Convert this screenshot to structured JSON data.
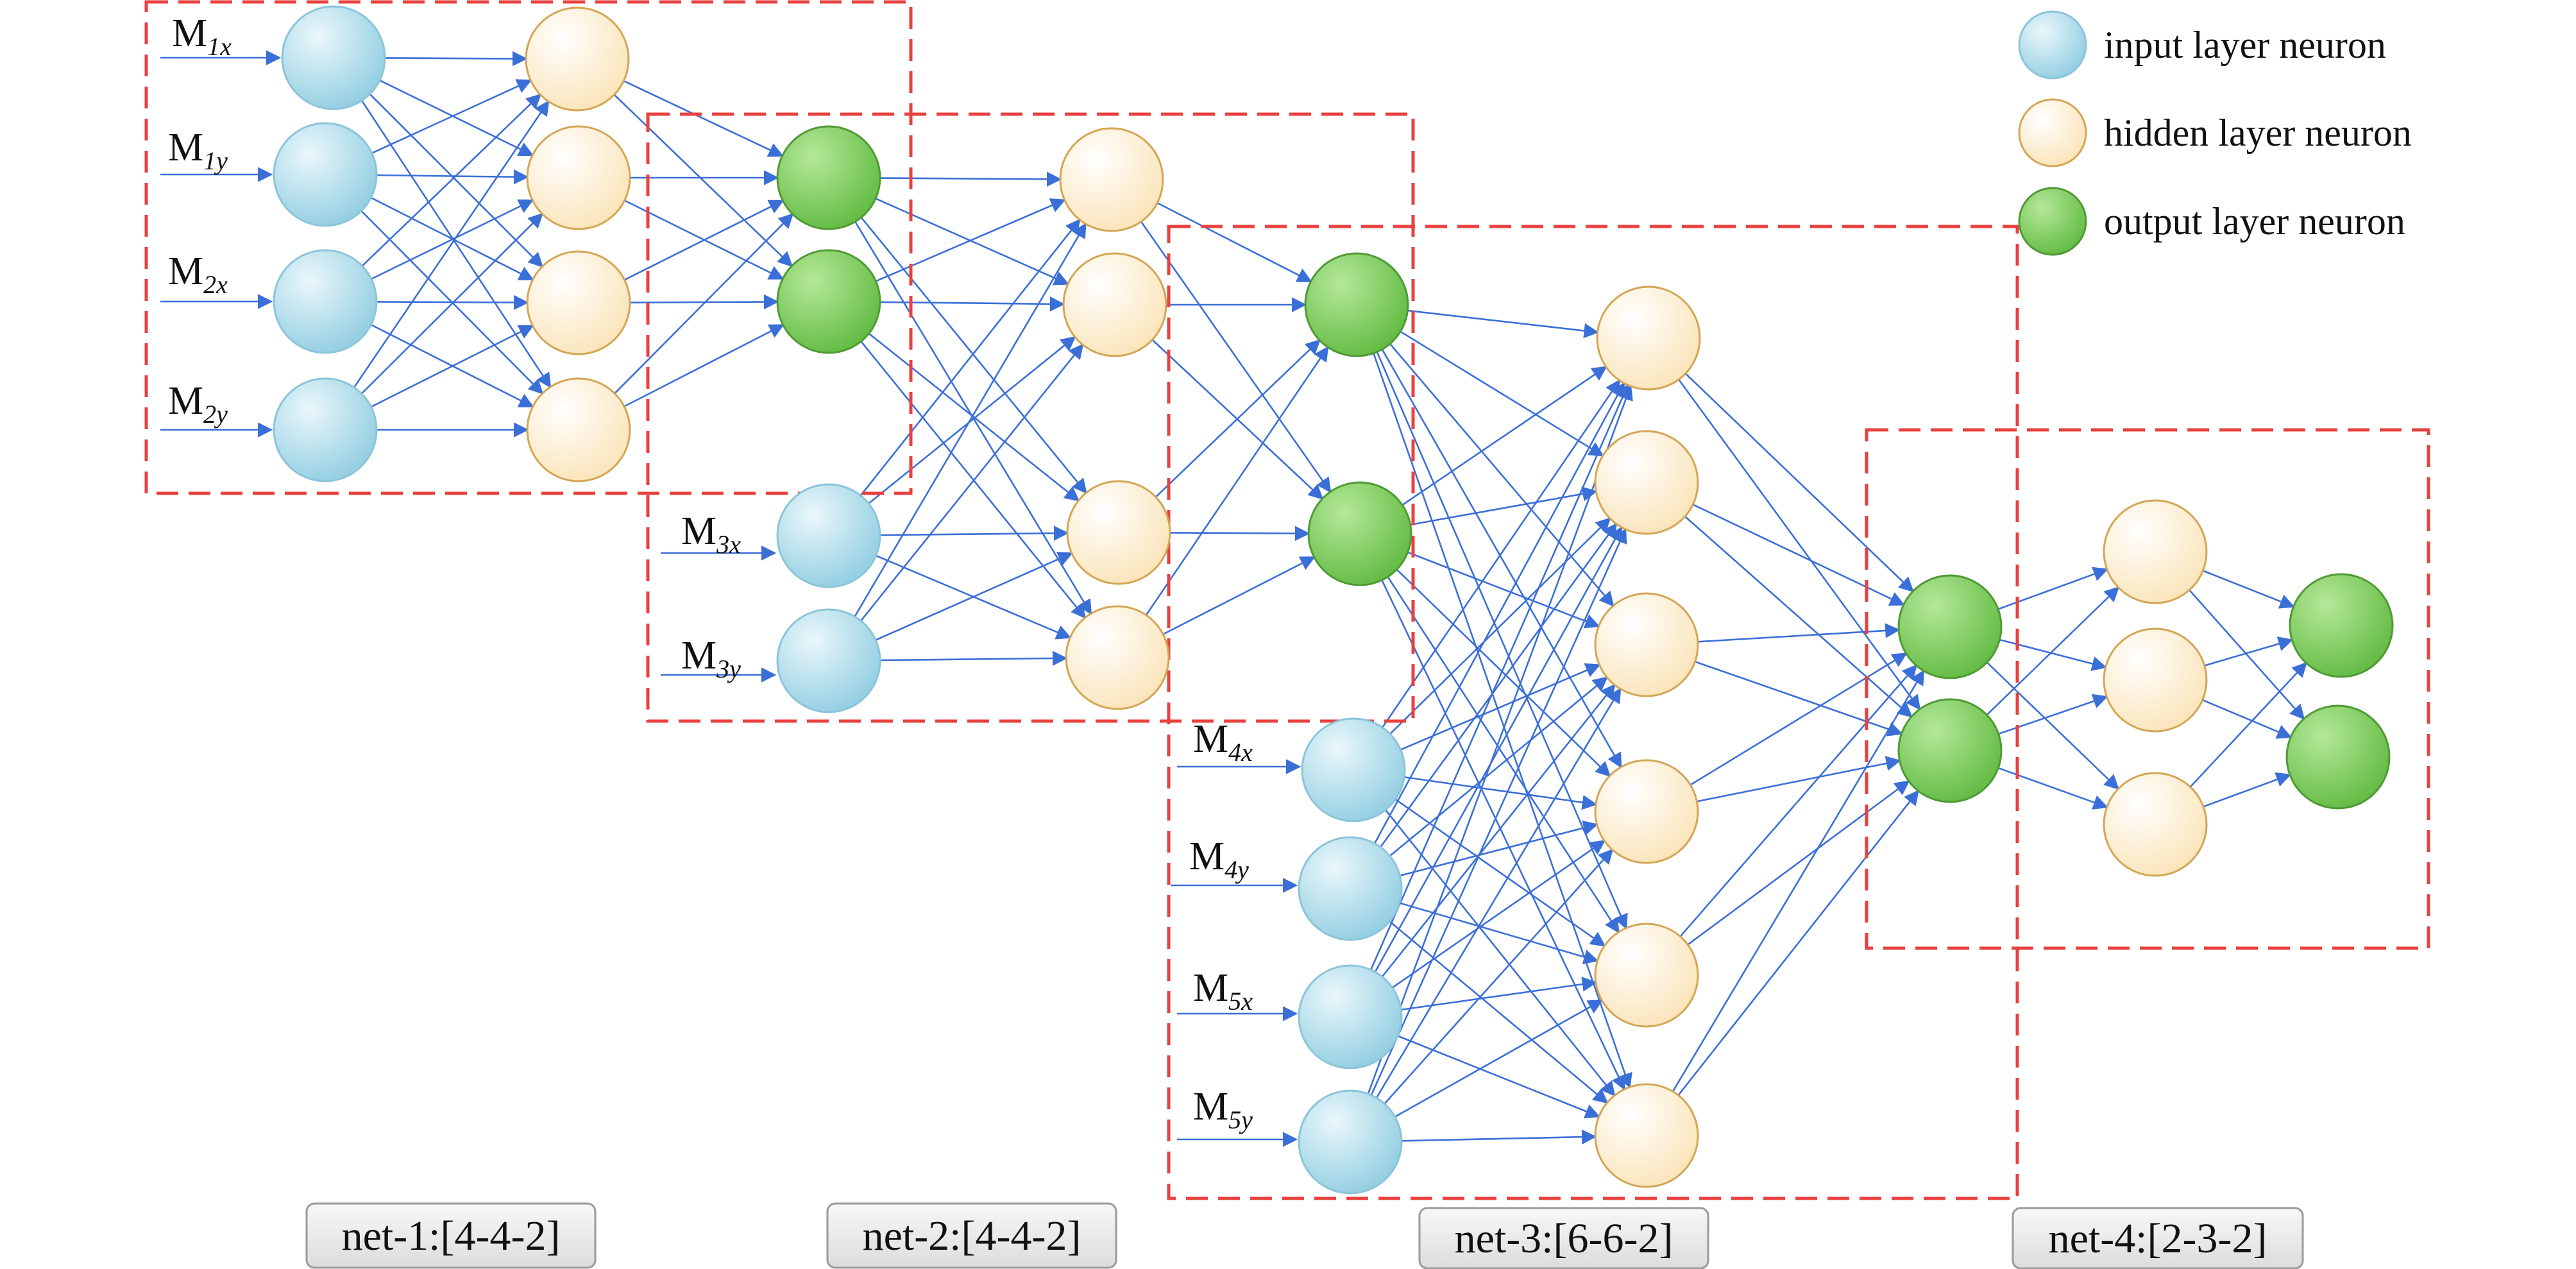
{
  "legend": {
    "input": "input layer neuron",
    "hidden": "hidden layer neuron",
    "output": "output layer neuron"
  },
  "inputs": {
    "m1x": {
      "base": "M",
      "sub": "1x"
    },
    "m1y": {
      "base": "M",
      "sub": "1y"
    },
    "m2x": {
      "base": "M",
      "sub": "2x"
    },
    "m2y": {
      "base": "M",
      "sub": "2y"
    },
    "m3x": {
      "base": "M",
      "sub": "3x"
    },
    "m3y": {
      "base": "M",
      "sub": "3y"
    },
    "m4x": {
      "base": "M",
      "sub": "4x"
    },
    "m4y": {
      "base": "M",
      "sub": "4y"
    },
    "m5x": {
      "base": "M",
      "sub": "5x"
    },
    "m5y": {
      "base": "M",
      "sub": "5y"
    }
  },
  "nets": {
    "net1": "net-1:[4-4-2]",
    "net2": "net-2:[4-4-2]",
    "net3": "net-3:[6-6-2]",
    "net4": "net-4:[2-3-2]"
  },
  "colors": {
    "input": "#9fd3e6",
    "hidden": "#fdf0d2",
    "output": "#7fcf5a",
    "edge": "#3b6fd8",
    "box": "#e8413f"
  }
}
